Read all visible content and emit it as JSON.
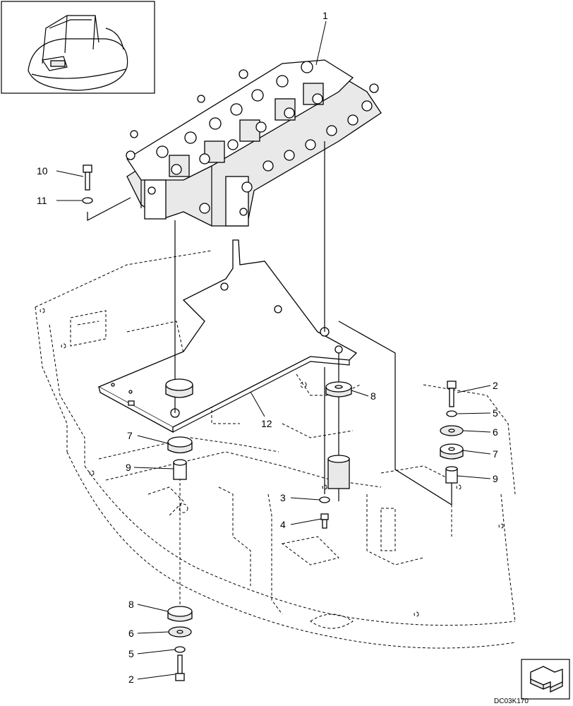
{
  "drawing_code": "DC03K170",
  "callouts": {
    "c1": "1",
    "c2a": "2",
    "c5a": "5",
    "c6a": "6",
    "c7a": "7",
    "c8a": "8",
    "c9a": "9",
    "c10": "10",
    "c11": "11",
    "c12": "12",
    "c3": "3",
    "c4": "4",
    "c7b": "7",
    "c9b": "9",
    "c8b": "8",
    "c6b": "6",
    "c5b": "5",
    "c2b": "2"
  },
  "icons": {
    "overview": "machine-overview-thumbnail",
    "direction": "direction-arrow-icon"
  }
}
